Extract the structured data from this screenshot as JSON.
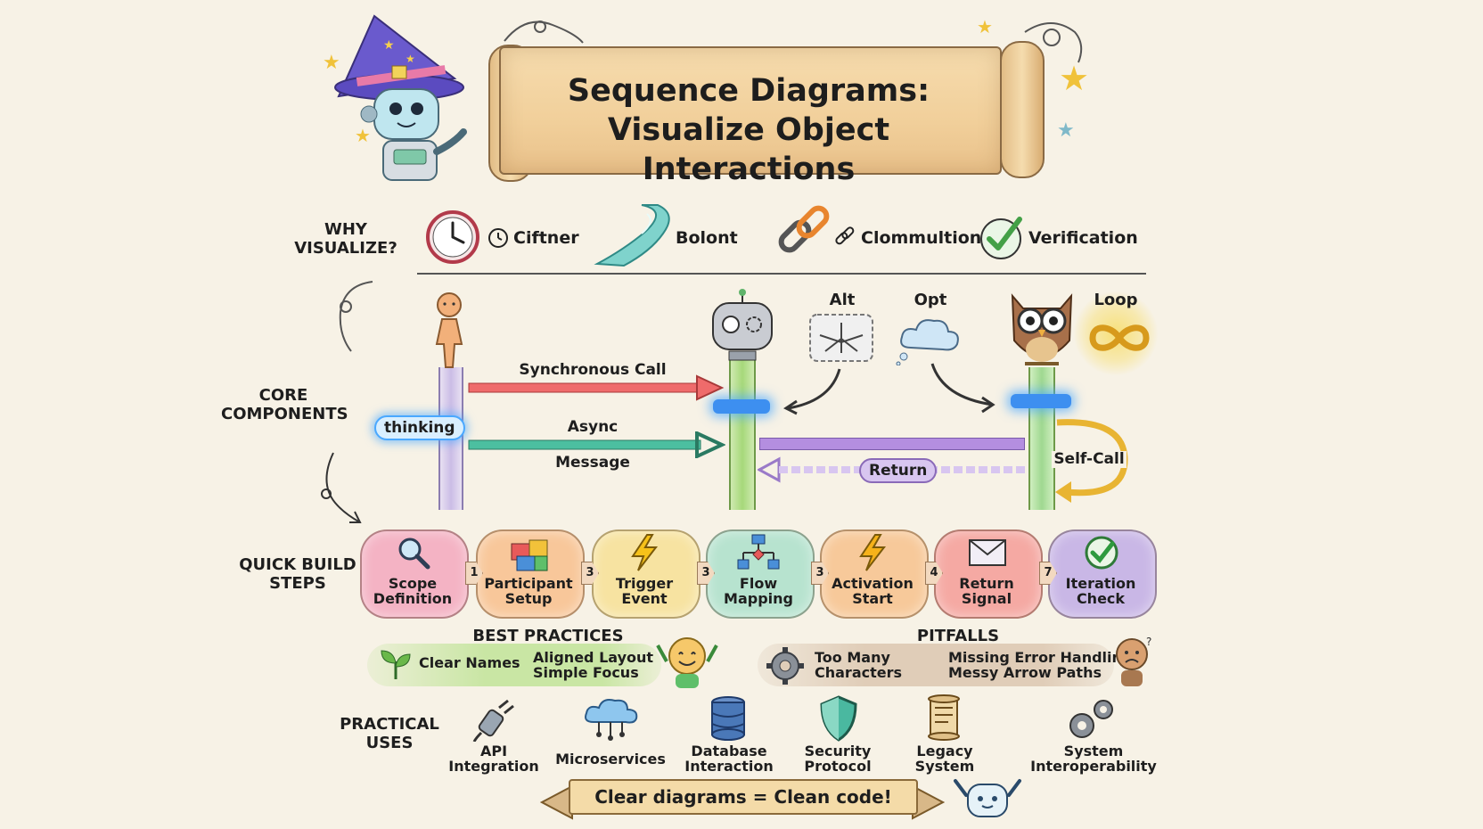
{
  "title": {
    "line1": "Sequence Diagrams:",
    "line2": "Visualize Object Interactions"
  },
  "why": {
    "label": "WHY\nVISUALIZE?",
    "items": [
      {
        "icon": "clock-icon",
        "text": "Ciftner"
      },
      {
        "icon": "river-icon",
        "text": "Bolont"
      },
      {
        "icon": "chain-link-icon",
        "text": "Clommultion"
      },
      {
        "icon": "checkmark-icon",
        "text": "Verification"
      }
    ]
  },
  "core": {
    "label": "CORE\nCOMPONENTS",
    "thinking": "thinking",
    "sync_call": "Synchronous Call",
    "async": "Async",
    "message": "Message",
    "return": "Return",
    "self_call": "Self-Call",
    "alt": "Alt",
    "opt": "Opt",
    "loop": "Loop"
  },
  "steps": {
    "label": "QUICK BUILD\nSTEPS",
    "items": [
      {
        "icon": "magnifier-icon",
        "label": "Scope\nDefinition",
        "color": "#f4b3c4",
        "next": "1"
      },
      {
        "icon": "puzzle-icon",
        "label": "Participant\nSetup",
        "color": "#f8c79a",
        "next": "3"
      },
      {
        "icon": "lightning-icon",
        "label": "Trigger\nEvent",
        "color": "#f7e3a1",
        "next": "3"
      },
      {
        "icon": "flowchart-icon",
        "label": "Flow\nMapping",
        "color": "#b7e3cf",
        "next": "3"
      },
      {
        "icon": "lightning-icon",
        "label": "Activation\nStart",
        "color": "#f7c99a",
        "next": "4"
      },
      {
        "icon": "envelope-icon",
        "label": "Return\nSignal",
        "color": "#f5a9a3",
        "next": "7"
      },
      {
        "icon": "check-badge-icon",
        "label": "Iteration\nCheck",
        "color": "#c9b7e6",
        "next": ""
      }
    ]
  },
  "best_practices": {
    "heading": "BEST PRACTICES",
    "items": [
      "Clear Names",
      "Aligned Layout",
      "Simple Focus"
    ]
  },
  "pitfalls": {
    "heading": "PITFALLS",
    "items": [
      "Too Many\nCharacters",
      "Missing Error Handling",
      "Messy Arrow Paths"
    ]
  },
  "uses": {
    "label": "PRACTICAL\nUSES",
    "items": [
      {
        "icon": "plug-icon",
        "label": "API\nIntegration"
      },
      {
        "icon": "cloud-network-icon",
        "label": "Microservices"
      },
      {
        "icon": "database-icon",
        "label": "Database\nInteraction"
      },
      {
        "icon": "shield-icon",
        "label": "Security\nProtocol"
      },
      {
        "icon": "scroll-doc-icon",
        "label": "Legacy\nSystem"
      },
      {
        "icon": "gears-icon",
        "label": "System\nInteroperability"
      }
    ]
  },
  "banner": "Clear diagrams = Clean code!",
  "colors": {
    "sync": "#ef6b6b",
    "async": "#4cbfa0",
    "return": "#b48ee0",
    "glow": "#4aa8ff",
    "self_call": "#e8b432"
  }
}
